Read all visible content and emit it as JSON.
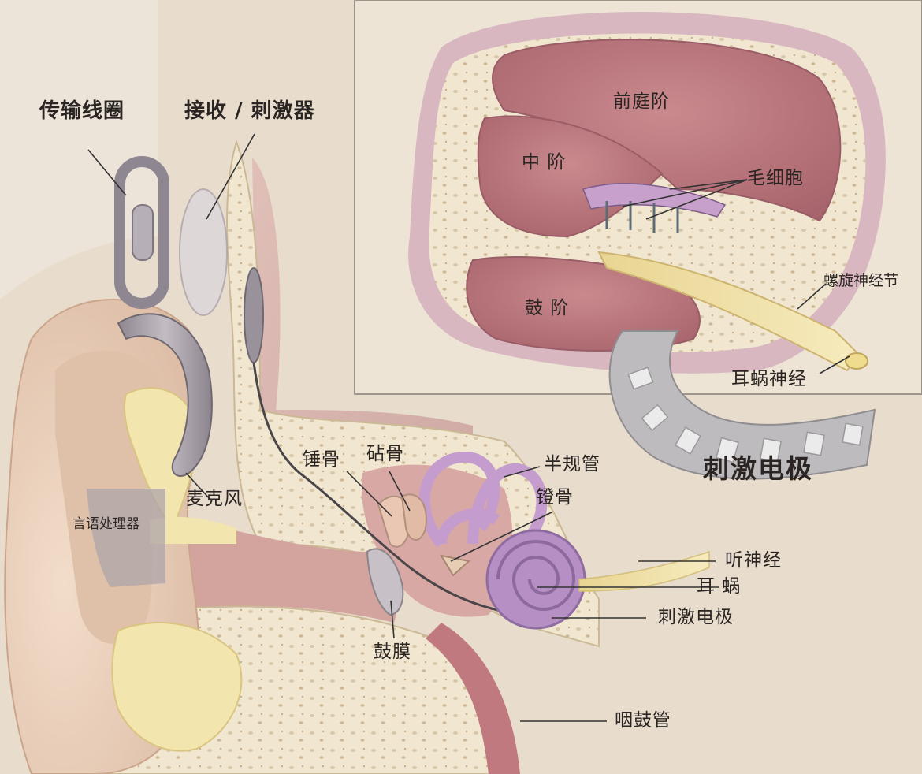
{
  "colors": {
    "background": "#ece4d8",
    "skin": "#ead3bf",
    "bone": "#f3ead6",
    "tissue": "#c98f8f",
    "canal": "#d7a6a1",
    "labyrinth": "#c7a0cf",
    "cochlea": "#b790c3",
    "nerve": "#f1e0a4",
    "device": "#aaa3ab",
    "electrode": "#bdbdc0",
    "label_text": "#2a2522",
    "leader_line": "#333333"
  },
  "labels": {
    "transmitter_coil": "传输线圈",
    "receiver_stimulator": "接收 / 刺激器",
    "microphone": "麦克风",
    "speech_processor": "言语处理器",
    "malleus": "锤骨",
    "incus": "砧骨",
    "semicircular_canals": "半规管",
    "stapes": "镫骨",
    "auditory_nerve": "听神经",
    "cochlea": "耳 蜗",
    "stimulating_electrode": "刺激电极",
    "eardrum": "鼓膜",
    "eustachian_tube": "咽鼓管",
    "scala_vestibuli": "前庭阶",
    "scala_media": "中 阶",
    "scala_tympani": "鼓 阶",
    "hair_cells": "毛细胞",
    "spiral_ganglion": "螺旋神经节",
    "cochlear_nerve": "耳蜗神经",
    "inset_electrode": "刺激电极"
  },
  "icons": {
    "transmitter_coil": "ring-coil",
    "receiver_stimulator": "translucent-disc",
    "microphone": "ear-hook",
    "electrode_array": "segmented-tube"
  }
}
